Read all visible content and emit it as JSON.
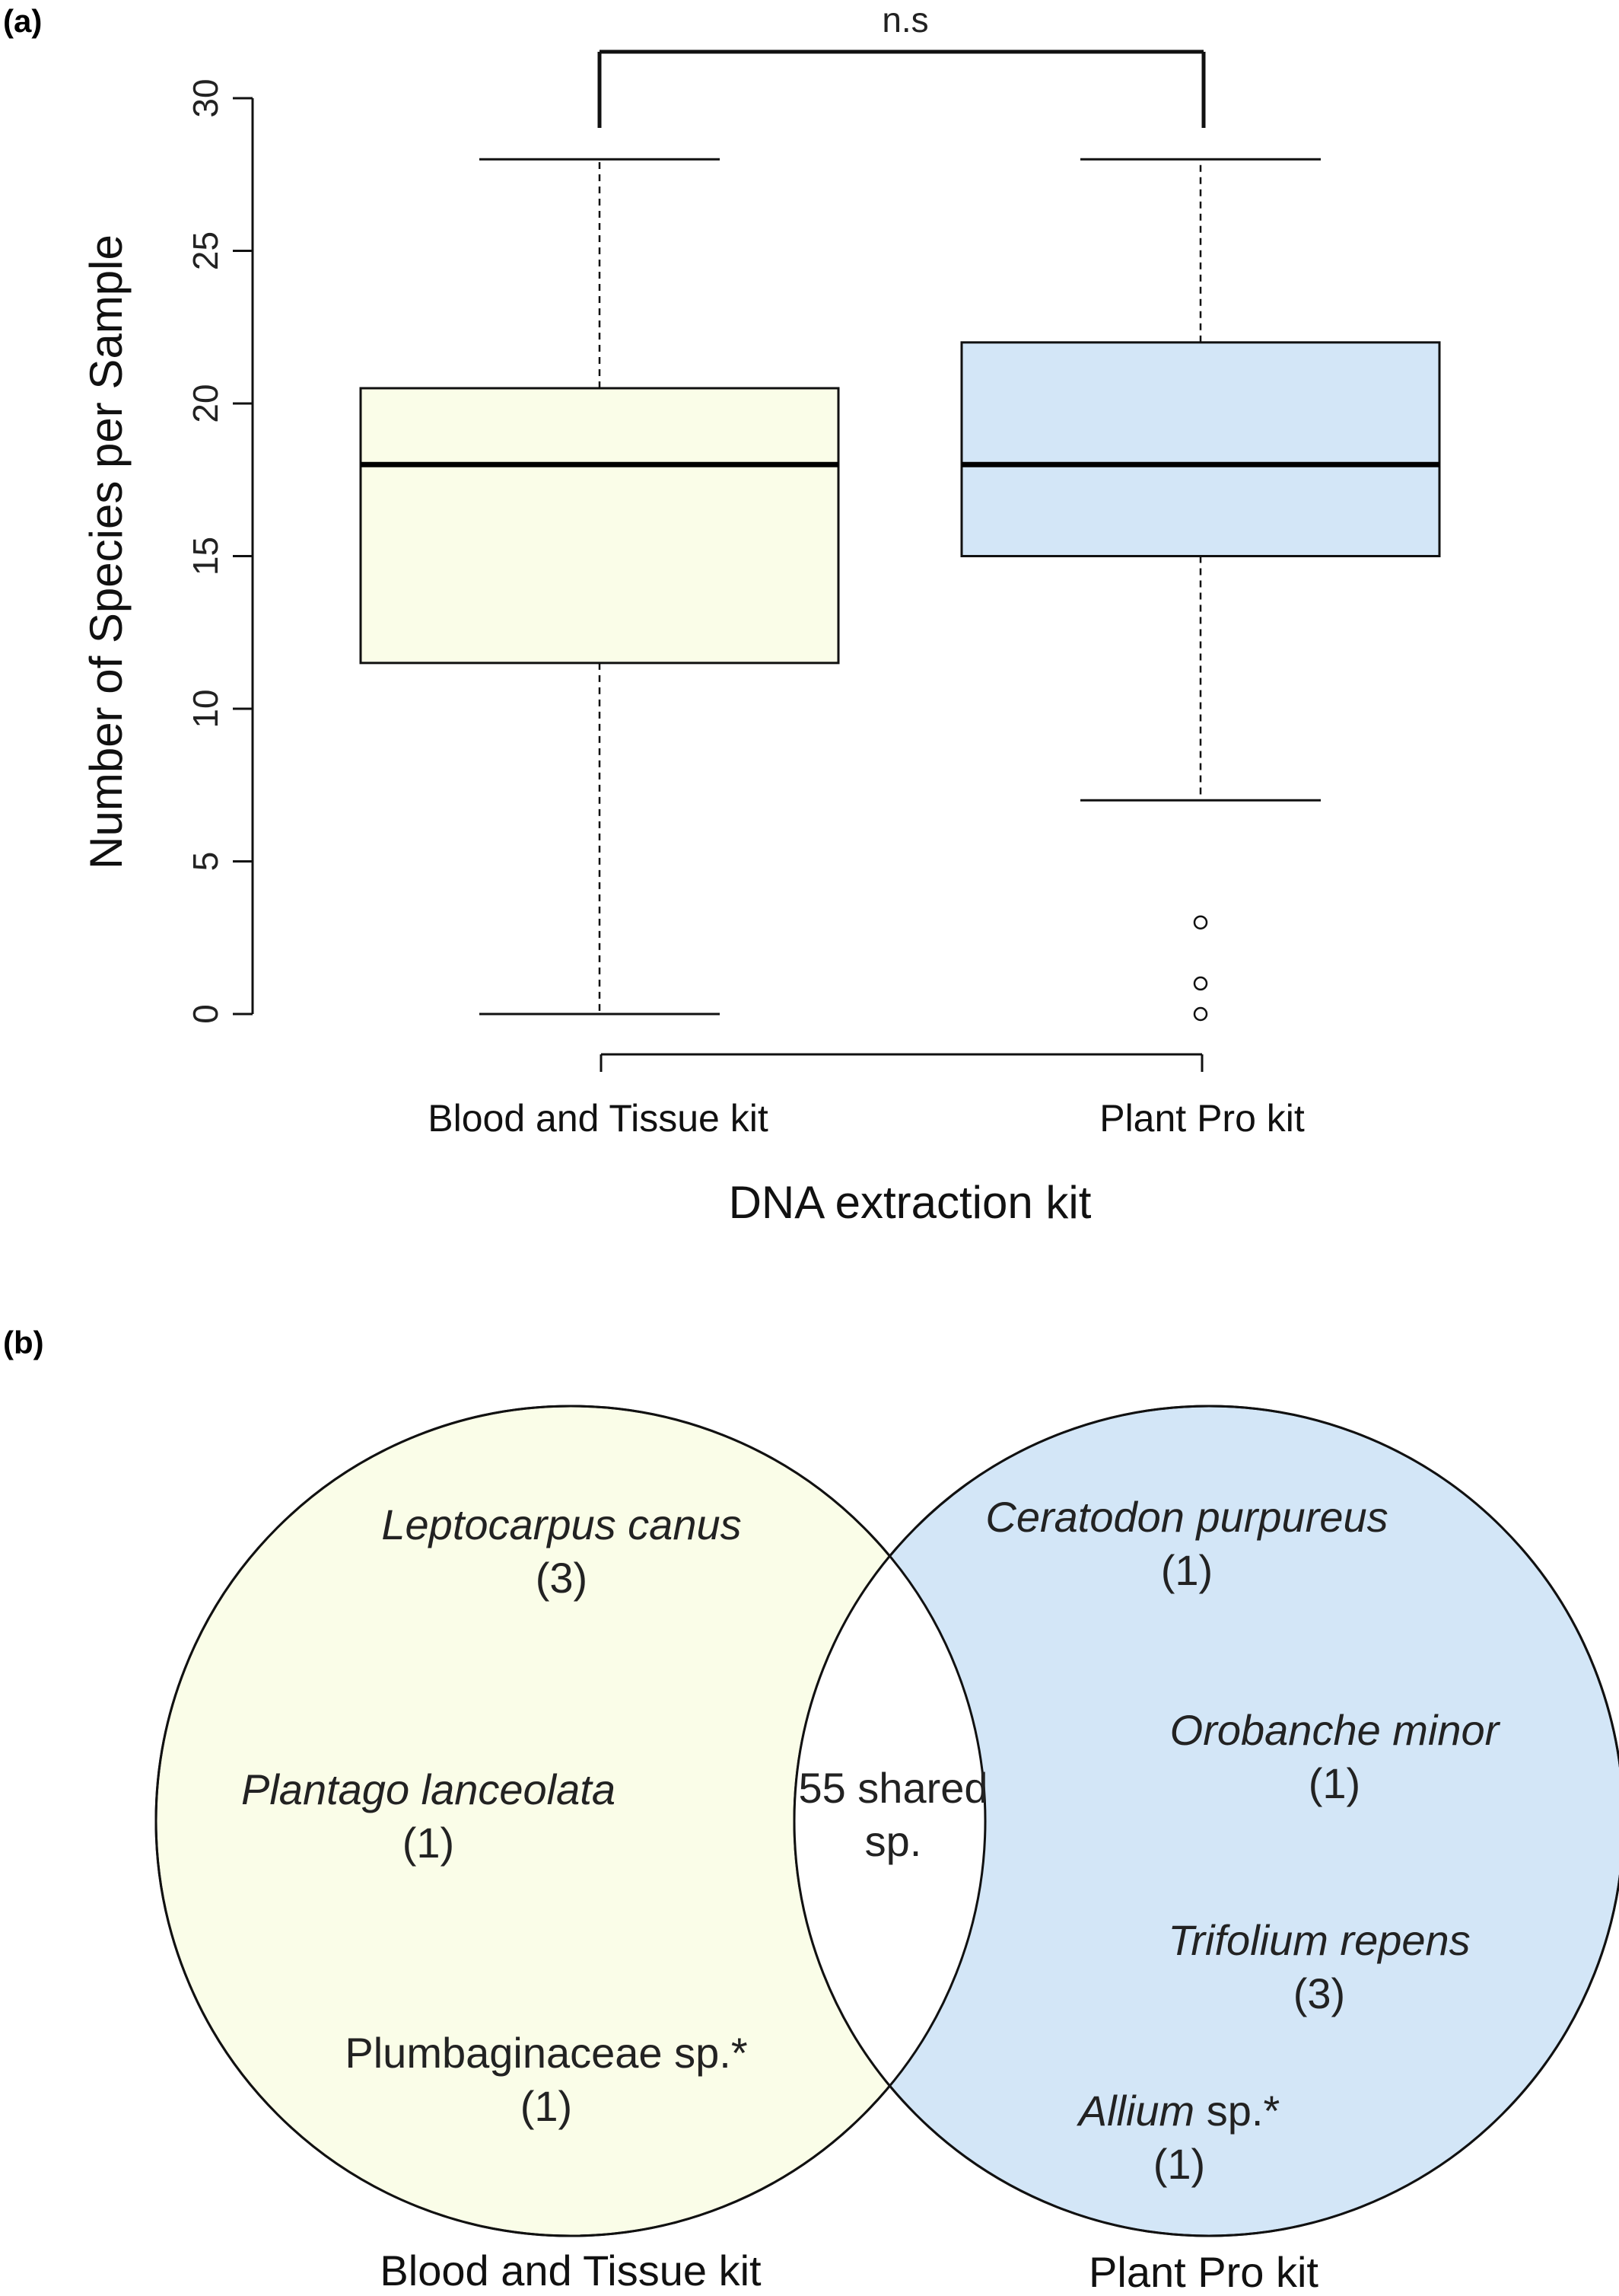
{
  "panels": {
    "a": "(a)",
    "b": "(b)"
  },
  "chart_data": [
    {
      "type": "box",
      "xlabel": "DNA extraction kit",
      "ylabel": "Number of Species per Sample",
      "ylim": [
        0,
        30
      ],
      "yticks": [
        0,
        5,
        10,
        15,
        20,
        25,
        30
      ],
      "categories": [
        "Blood and Tissue kit",
        "Plant Pro kit"
      ],
      "boxes": [
        {
          "category": "Blood and Tissue kit",
          "min": 0,
          "q1": 11.5,
          "median": 18,
          "q3": 20.5,
          "max": 28,
          "outliers": [],
          "color": "#fafde8"
        },
        {
          "category": "Plant Pro kit",
          "min": 7,
          "q1": 15,
          "median": 18,
          "q3": 22,
          "max": 28,
          "outliers": [
            3,
            1,
            0
          ],
          "color": "#d3e6f7"
        }
      ],
      "significance": "n.s",
      "grid": false
    },
    {
      "type": "venn",
      "sets": [
        {
          "label": "Blood and Tissue kit",
          "color": "#fafde8",
          "unique_items": [
            {
              "name": "Leptocarpus canus",
              "italic": true,
              "count": "(3)"
            },
            {
              "name": "Plantago lanceolata",
              "italic": true,
              "count": "(1)"
            },
            {
              "name": "Plumbaginaceae sp.*",
              "italic": false,
              "count": "(1)"
            }
          ]
        },
        {
          "label": "Plant Pro kit",
          "color": "#d3e6f7",
          "unique_items": [
            {
              "name": "Ceratodon purpureus",
              "italic": true,
              "count": "(1)"
            },
            {
              "name": "Orobanche minor",
              "italic": true,
              "count": "(1)"
            },
            {
              "name": "Trifolium repens",
              "italic": true,
              "count": "(3)"
            },
            {
              "name_italic": "Allium",
              "name_rest": " sp.*",
              "count": "(1)"
            }
          ]
        }
      ],
      "intersection": {
        "line1": "55 shared",
        "line2": "sp.",
        "count": 55
      }
    }
  ]
}
